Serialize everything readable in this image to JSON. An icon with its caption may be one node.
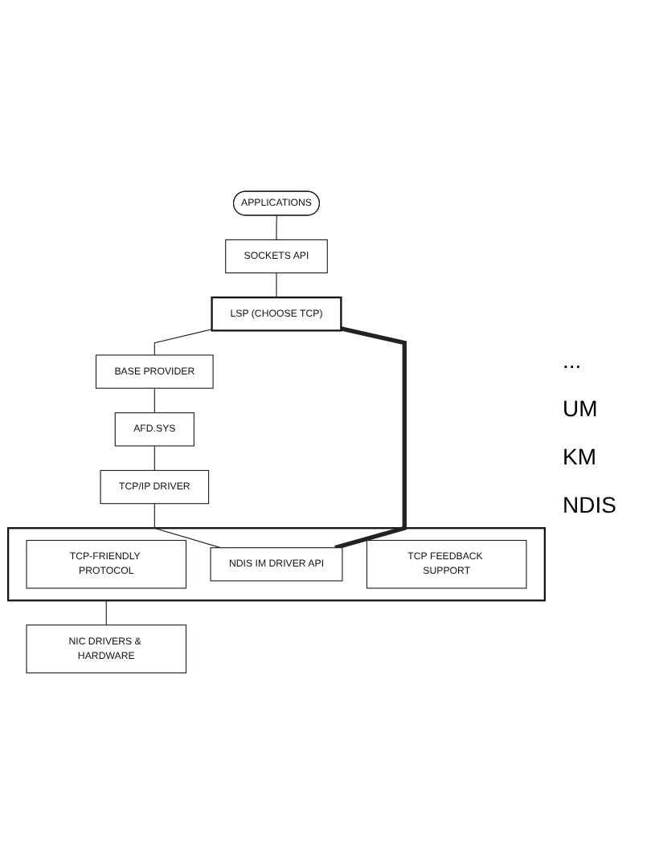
{
  "diagram": {
    "nodes": [
      {
        "text": [
          "APPLICATIONS"
        ]
      },
      {
        "text": [
          "SOCKETS API"
        ]
      },
      {
        "text": [
          "LSP (CHOOSE TCP)"
        ]
      },
      {
        "text": [
          "BASE PROVIDER"
        ]
      },
      {
        "text": [
          "AFD.SYS"
        ]
      },
      {
        "text": [
          "TCP/IP DRIVER"
        ]
      },
      {
        "text": [],
        "shape": "box"
      },
      {
        "text": [
          "NDIS IM DRIVER API"
        ],
        "in": 6
      },
      {
        "text": [
          "TCP-FRIENDLY PROTOCOL"
        ],
        "in": 6
      },
      {
        "text": [
          "TCP FEEDBACK SUPPORT"
        ],
        "in": 6
      },
      {
        "text": [
          "NIC DRIVERS & HARDWARE"
        ]
      }
    ],
    "edges": [
      {
        "from": 0,
        "to": 1,
        "arrow": "none"
      },
      {
        "from": 1,
        "to": 2,
        "arrow": "none"
      },
      {
        "from": 2,
        "to": 3,
        "arrow": "none"
      },
      {
        "from": 3,
        "to": 4,
        "arrow": "none"
      },
      {
        "from": 4,
        "to": 5,
        "arrow": "none"
      },
      {
        "from": 5,
        "to": 7,
        "arrow": "none"
      },
      {
        "from": 2,
        "to": 7,
        "arrow": "none",
        "style": "thick"
      },
      {
        "from": 6,
        "to": 10,
        "arrow": "none"
      }
    ],
    "labels": [
      "...",
      "UM",
      "KM",
      "NDIS"
    ]
  }
}
